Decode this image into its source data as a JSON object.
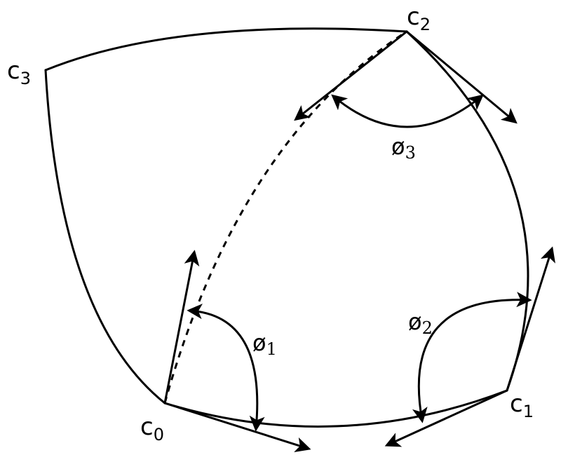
{
  "vertices": {
    "c0": {
      "base": "c",
      "sub": "0"
    },
    "c1": {
      "base": "c",
      "sub": "1"
    },
    "c2": {
      "base": "c",
      "sub": "2"
    },
    "c3": {
      "base": "c",
      "sub": "3"
    }
  },
  "angles": {
    "phi1": {
      "base": "ø",
      "sub": "1"
    },
    "phi2": {
      "base": "ø",
      "sub": "2"
    },
    "phi3": {
      "base": "ø",
      "sub": "3"
    }
  }
}
